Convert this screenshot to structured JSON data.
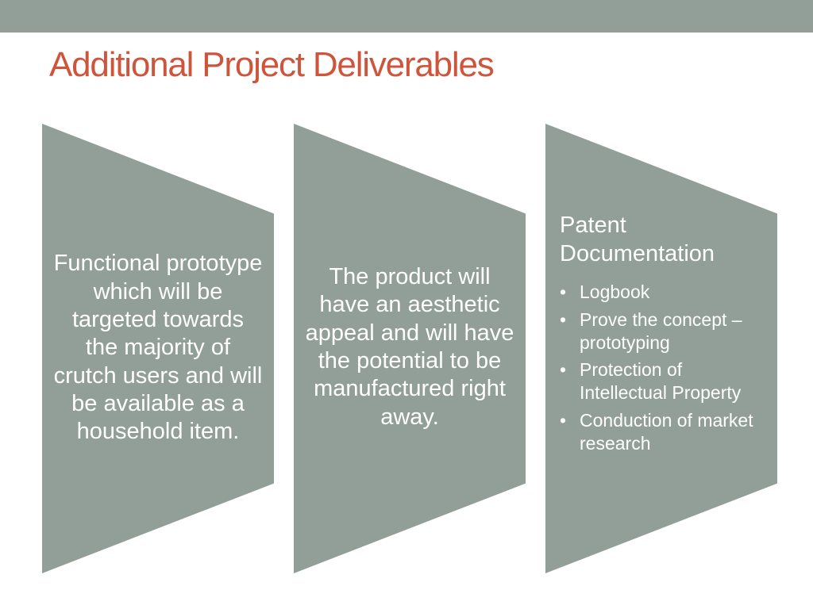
{
  "slide": {
    "title": "Additional Project Deliverables",
    "colors": {
      "accent_title": "#cf543c",
      "shape_fill": "#919f98",
      "shape_text": "#ffffff"
    }
  },
  "deliverables": [
    {
      "text": "Functional prototype which will be targeted towards the majority of crutch users and will be available as a household item."
    },
    {
      "text": "The product will have an aesthetic appeal and will have the potential to be manufactured right away."
    },
    {
      "heading": "Patent Documentation",
      "bullet_glyph": "•",
      "bullets": [
        "Logbook",
        "Prove the concept – prototyping",
        "Protection of Intellectual Property",
        "Conduction of market research"
      ]
    }
  ]
}
